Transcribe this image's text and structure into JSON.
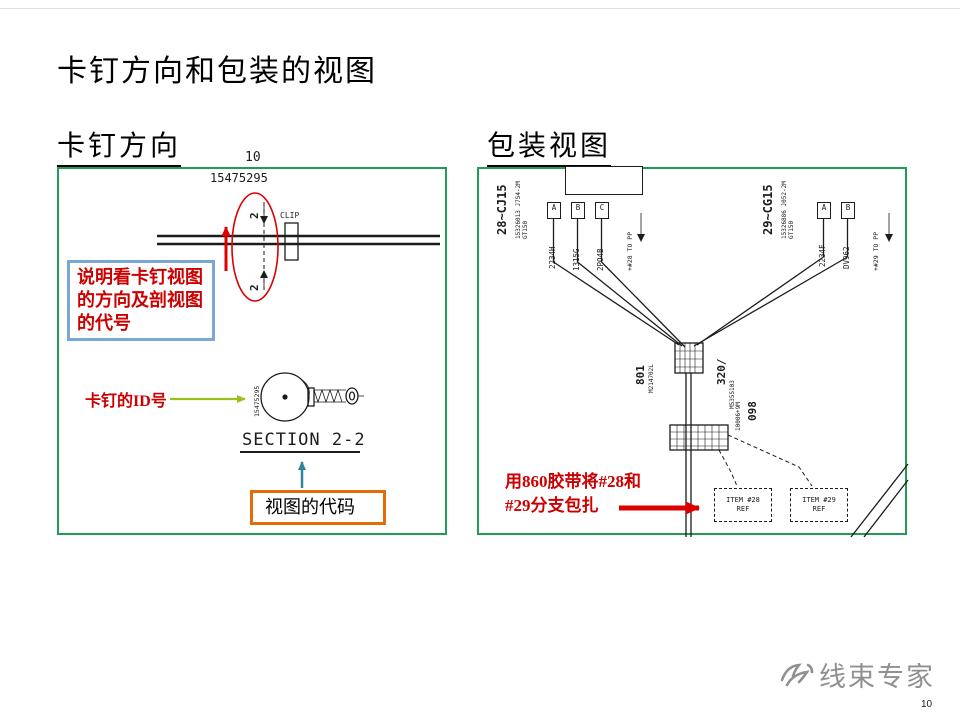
{
  "page": {
    "title": "卡钉方向和包装的视图",
    "page_number": "10",
    "watermark": "线束专家"
  },
  "colors": {
    "panel-green": "#229a58",
    "callout-blue": "#79a8d4",
    "callout-orange": "#e36c09",
    "note-red": "#cc0000",
    "arrow-red": "#dd0000",
    "arrow-green": "#9ac019",
    "arrow-teal": "#31849b",
    "ink": "#1c1c1c",
    "watermark-gray": "#909090"
  },
  "left_panel": {
    "header": "卡钉方向",
    "view_number": "10",
    "part_number": "15475295",
    "clip_label": "CLIP",
    "section_mark_top": "2",
    "section_mark_bottom": "2",
    "direction_note": "说明看卡钉视图\n的方向及剖视图\n的代号",
    "id_label": "卡钉的ID号",
    "clip_id_vertical": "15475295",
    "section_title": "SECTION 2-2",
    "code_note": "视图的代码"
  },
  "right_panel": {
    "header": "包装视图",
    "left_connector": {
      "circuit": "28~CJ15",
      "part_info": "15326013 J754-2M GT150",
      "cavity_a": "A",
      "cavity_b": "B",
      "cavity_c": "C",
      "wire_1": "2234H",
      "wire_2": "1315G",
      "wire_3": "2PO4B",
      "route_note": "+#28 TO PP"
    },
    "right_connector": {
      "circuit": "29~CG15",
      "part_info": "15326886 J052-2M GT150",
      "cavity_a": "A",
      "cavity_b": "B",
      "wire_1": "2234F",
      "wire_2": "DV962",
      "route_note": "+#29 TO PP"
    },
    "trunk": {
      "branch_left_id": "801",
      "branch_left_part": "M214702L",
      "branch_right_id": "320/",
      "branch_right_part": "M5355103",
      "branch_lower_id": "098",
      "branch_lower_part": "10006+9M"
    },
    "item_28_line1": "ITEM #28",
    "item_28_line2": "REF",
    "item_29_line1": "ITEM #29",
    "item_29_line2": "REF",
    "tape_note": "用860胶带将#28和\n#29分支包扎"
  }
}
